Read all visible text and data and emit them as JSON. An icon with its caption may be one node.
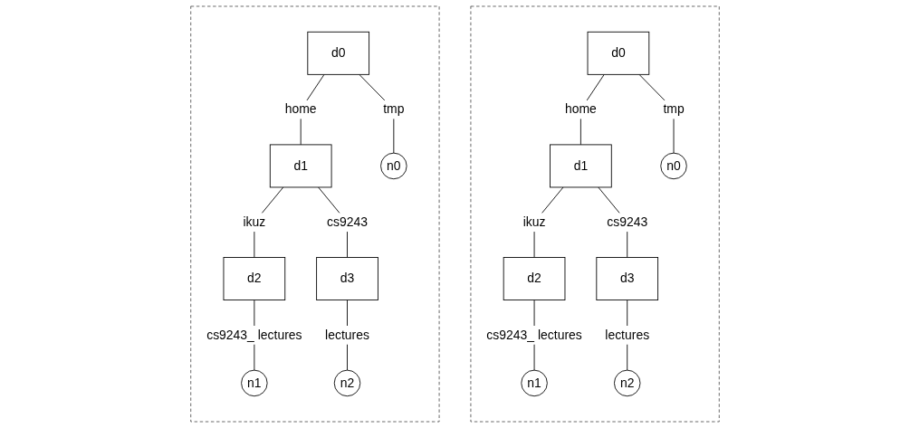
{
  "diagram": {
    "nodes": [
      {
        "text": [],
        "shape": "box"
      },
      {
        "text": [
          "d0"
        ],
        "in": 0
      },
      {
        "text": [
          "d1"
        ],
        "in": 0
      },
      {
        "text": [
          "n0"
        ],
        "in": 0
      },
      {
        "text": [
          "d2"
        ],
        "in": 0
      },
      {
        "text": [
          "d3"
        ],
        "in": 0
      },
      {
        "text": [
          "n1"
        ],
        "in": 0
      },
      {
        "text": [
          "n2"
        ],
        "in": 0
      },
      {
        "text": [],
        "shape": "box"
      },
      {
        "text": [
          "d0"
        ],
        "in": 8
      },
      {
        "text": [
          "d1"
        ],
        "in": 8
      },
      {
        "text": [
          "n0"
        ],
        "in": 8
      },
      {
        "text": [
          "d2"
        ],
        "in": 8
      },
      {
        "text": [
          "d3"
        ],
        "in": 8
      },
      {
        "text": [
          "n1"
        ],
        "in": 8
      },
      {
        "text": [
          "n2"
        ],
        "in": 8
      }
    ],
    "edges": [
      {
        "from": 1,
        "to": 2,
        "arrow": "none",
        "label": "home"
      },
      {
        "from": 1,
        "to": 3,
        "arrow": "none",
        "label": "tmp"
      },
      {
        "from": 2,
        "to": 4,
        "arrow": "none",
        "label": "ikuz"
      },
      {
        "from": 2,
        "to": 5,
        "arrow": "none",
        "label": "cs9243"
      },
      {
        "from": 4,
        "to": 6,
        "arrow": "none",
        "label": "cs9243_ lectures"
      },
      {
        "from": 5,
        "to": 7,
        "arrow": "none",
        "label": "lectures"
      },
      {
        "from": 9,
        "to": 10,
        "arrow": "none",
        "label": "home"
      },
      {
        "from": 9,
        "to": 11,
        "arrow": "none",
        "label": "tmp"
      },
      {
        "from": 10,
        "to": 12,
        "arrow": "none",
        "label": "ikuz"
      },
      {
        "from": 10,
        "to": 13,
        "arrow": "none",
        "label": "cs9243"
      },
      {
        "from": 12,
        "to": 14,
        "arrow": "none",
        "label": "cs9243_ lectures"
      },
      {
        "from": 13,
        "to": 15,
        "arrow": "none",
        "label": "lectures"
      }
    ]
  }
}
